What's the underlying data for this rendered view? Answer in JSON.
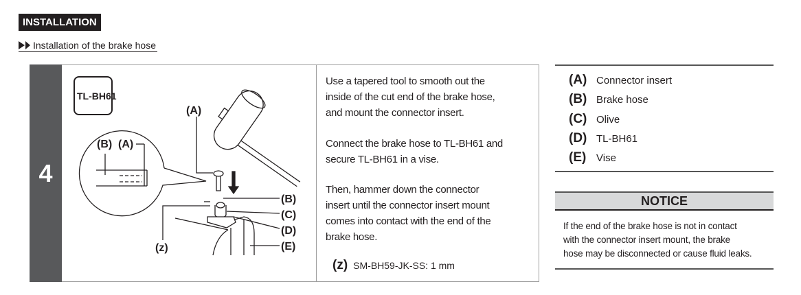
{
  "section_title": "INSTALLATION",
  "breadcrumb_link": "Installation of the brake hose",
  "step": {
    "number": "4",
    "illustration": {
      "tool_badge": "TL-BH61",
      "labels": {
        "a": "(A)",
        "inset_b": "(B)",
        "inset_a": "(A)",
        "b": "(B)",
        "c": "(C)",
        "d": "(D)",
        "e": "(E)",
        "z": "(z)"
      }
    },
    "paragraphs": [
      [
        "Use a tapered tool to smooth out the",
        "inside of the cut end of the brake hose,",
        "and mount the connector insert."
      ],
      [
        "Connect the brake hose to TL-BH61 and",
        "secure TL-BH61 in a vise."
      ],
      [
        "Then, hammer down the connector",
        "insert until the connector insert mount",
        "comes into contact with the end of the",
        "brake hose."
      ]
    ],
    "note": {
      "label": "(z)",
      "text": "SM-BH59-JK-SS: 1 mm"
    }
  },
  "legend": [
    {
      "key": "(A)",
      "text": "Connector insert"
    },
    {
      "key": "(B)",
      "text": "Brake hose"
    },
    {
      "key": "(C)",
      "text": "Olive"
    },
    {
      "key": "(D)",
      "text": "TL-BH61"
    },
    {
      "key": "(E)",
      "text": "Vise"
    }
  ],
  "notice": {
    "title": "NOTICE",
    "lines": [
      "If the end of the brake hose is not in contact",
      "with the connector insert mount, the brake",
      "hose may be disconnected or cause fluid leaks."
    ]
  }
}
